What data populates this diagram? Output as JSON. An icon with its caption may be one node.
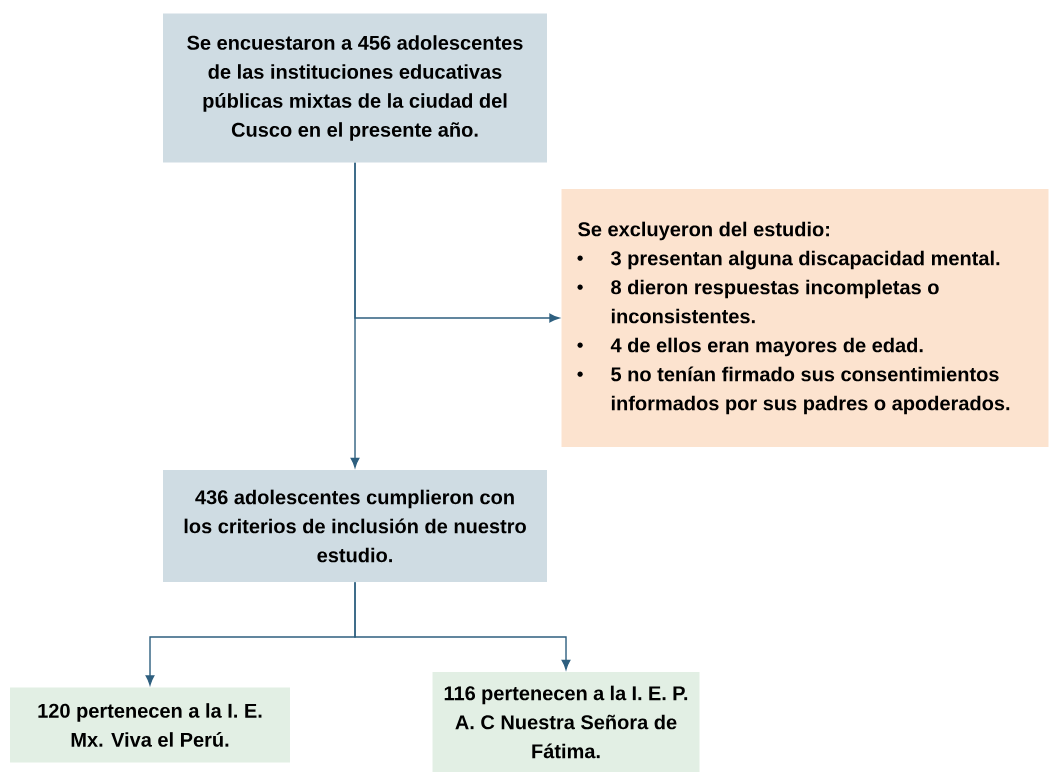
{
  "diagram": {
    "nodes": [
      {
        "text": [
          "Se encuestaron a 456 adolescentes de las instituciones educativas públicas mixtas de la ciudad del Cusco en el presente año."
        ]
      },
      {
        "text": [
          "Se excluyeron del estudio:",
          "3 presentan alguna discapacidad mental.",
          "8 dieron respuestas incompletas o inconsistentes.",
          "4 de ellos eran mayores de edad.",
          "5 no tenían firmado sus consentimientos informados por sus padres o apoderados."
        ]
      },
      {
        "text": [
          "436 adolescentes cumplieron con los criterios de inclusión de nuestro estudio."
        ]
      },
      {
        "text": [
          "120 pertenecen a la I. E. Mx. Viva el Perú."
        ]
      },
      {
        "text": [
          "116 pertenecen a la I. E. P. A. C Nuestra Señora de Fátima."
        ]
      }
    ],
    "edges": [
      {
        "from": 0,
        "to": 2,
        "arrow": "to"
      },
      {
        "from": 0,
        "to": 1,
        "arrow": "to"
      },
      {
        "from": 2,
        "to": 3,
        "arrow": "to"
      },
      {
        "from": 2,
        "to": 4,
        "arrow": "to"
      }
    ]
  }
}
